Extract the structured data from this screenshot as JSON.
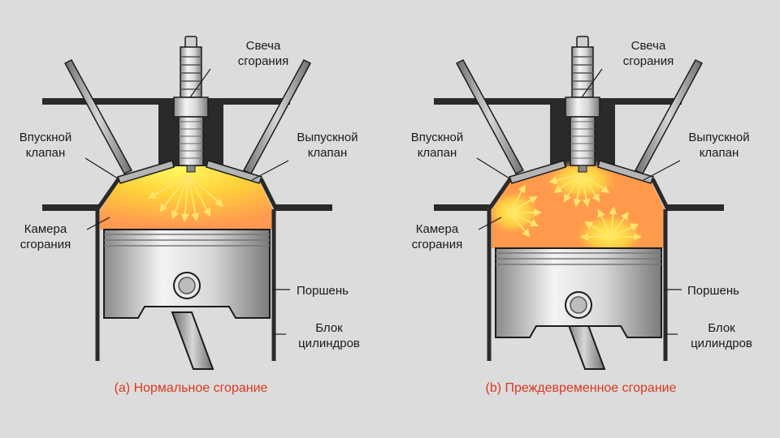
{
  "left": {
    "caption": "(a) Нормальное сгорание",
    "spark_plug": [
      "Свеча",
      "сгорания"
    ],
    "intake_valve": [
      "Впускной",
      "клапан"
    ],
    "exhaust_valve": [
      "Выпускной",
      "клапан"
    ],
    "chamber": [
      "Камера",
      "сгорания"
    ],
    "piston": "Поршень",
    "block": [
      "Блок",
      "цилиндров"
    ]
  },
  "right": {
    "caption": "(b) Преждевременное сгорание",
    "spark_plug": [
      "Свеча",
      "сгорания"
    ],
    "intake_valve": [
      "Впускной",
      "клапан"
    ],
    "exhaust_valve": [
      "Выпускной",
      "клапан"
    ],
    "chamber": [
      "Камера",
      "сгорания"
    ],
    "piston": "Поршень",
    "block": [
      "Блок",
      "цилиндров"
    ]
  },
  "colors": {
    "background": "#dcdcdc",
    "caption": "#d9381e",
    "flame_core": "#fff25a",
    "flame_outer": "#ff9848",
    "arrows": "#ffe36a",
    "metal": "#c9c9c9",
    "outline": "#1c1c1c"
  }
}
